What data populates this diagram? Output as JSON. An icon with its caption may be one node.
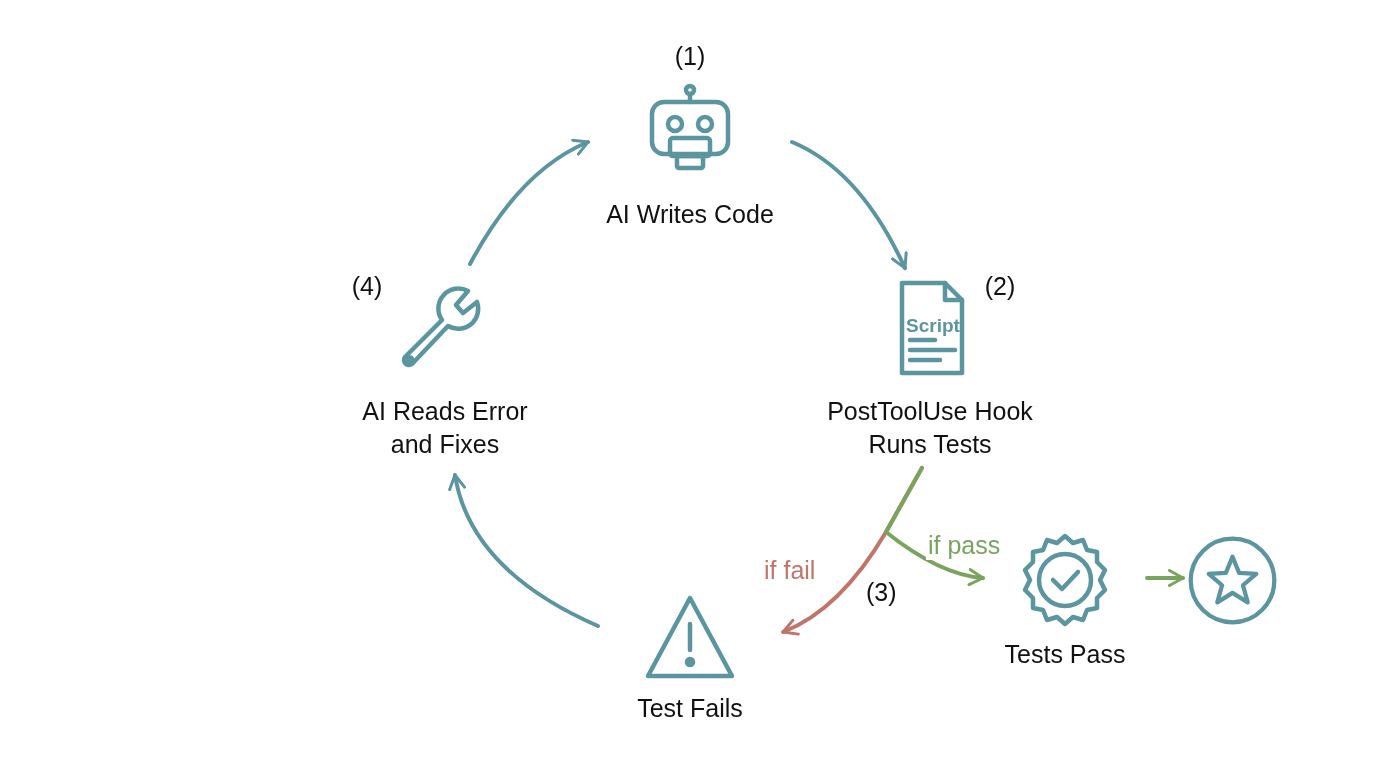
{
  "diagram": {
    "nodes": [
      {
        "text": [
          "AI Writes Code"
        ],
        "beside": [
          "(1)"
        ]
      },
      {
        "text": [
          "Script",
          "PostToolUse Hook Runs Tests"
        ],
        "beside": [
          "(2)"
        ]
      },
      {
        "text": [
          "Test Fails"
        ]
      },
      {
        "text": [
          "Tests Pass"
        ]
      },
      {
        "text": [],
        "shape": "circle"
      },
      {
        "text": [
          "AI Reads Error and Fixes"
        ],
        "beside": [
          "(4)"
        ]
      }
    ],
    "edges": [
      {
        "from": 0,
        "to": 1,
        "arrow": "to"
      },
      {
        "from": 1,
        "to": 2,
        "arrow": "to",
        "label": "if fail",
        "color": "#c0756b"
      },
      {
        "from": 1,
        "to": 3,
        "arrow": "to",
        "label": "if pass",
        "color": "#7aa35e"
      },
      {
        "from": 3,
        "to": 4,
        "arrow": "to",
        "color": "#7aa35e"
      },
      {
        "from": 2,
        "to": 5,
        "arrow": "to"
      },
      {
        "from": 5,
        "to": 0,
        "arrow": "to"
      }
    ],
    "labels": [
      "(3)"
    ]
  }
}
